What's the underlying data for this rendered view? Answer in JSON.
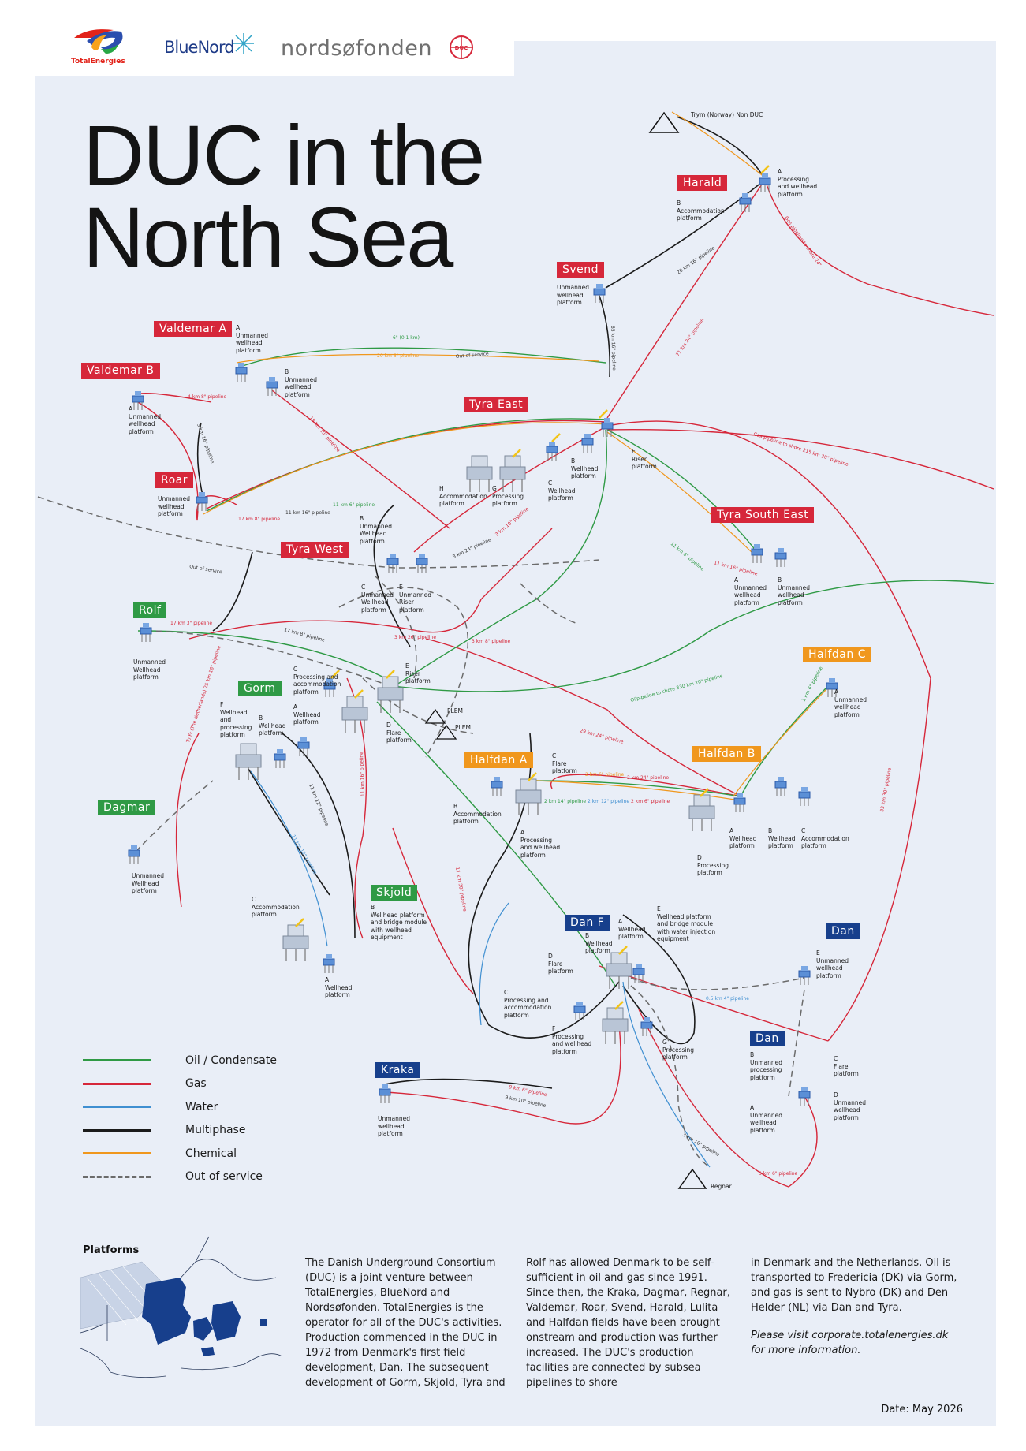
{
  "logos": {
    "totalenergies": "TotalEnergies",
    "bluenord": "BlueNord",
    "nordsoefonden": "nordsøfonden",
    "duc": "DUC"
  },
  "title": [
    "DUC in the",
    "North Sea"
  ],
  "fields": {
    "harald": "Harald",
    "svend": "Svend",
    "valdemar_a": "Valdemar A",
    "valdemar_b": "Valdemar B",
    "tyra_east": "Tyra East",
    "roar": "Roar",
    "tyra_south_east": "Tyra South East",
    "tyra_west": "Tyra West",
    "rolf": "Rolf",
    "halfdan_c": "Halfdan C",
    "gorm": "Gorm",
    "halfdan_b": "Halfdan B",
    "halfdan_a": "Halfdan A",
    "dagmar": "Dagmar",
    "skjold": "Skjold",
    "dan_f": "Dan F",
    "dan_1": "Dan",
    "dan_2": "Dan",
    "kraka": "Kraka"
  },
  "platform_labels": {
    "trym": "Trym (Norway) Non DUC",
    "harald_a": "A\nProcessing\nand wellhead\nplatform",
    "harald_b": "B\nAccommodation\nplatform",
    "svend": "Unmanned\nwellhead\nplatform",
    "valdemar_a": "A\nUnmanned\nwellhead\nplatform",
    "valdemar_b_b": "B\nUnmanned\nwellhead\nplatform",
    "valdemar_b_a": "A\nUnmanned\nwellhead\nplatform",
    "roar": "Unmanned\nwellhead\nplatform",
    "tyra_e": "E\nRiser\nplatform",
    "tyra_b": "B\nWellhead\nplatform",
    "tyra_c": "C\nWellhead\nplatform",
    "tyra_h": "H\nAccommodation\nplatform",
    "tyra_g": "G\nProcessing\nplatform",
    "tse_a": "A\nUnmanned\nwellhead\nplatform",
    "tse_b": "B\nUnmanned\nwellhead\nplatform",
    "tw_b": "B\nUnmanned\nWellhead\nplatform",
    "tw_c": "C\nUnmanned\nWellhead\nplatform",
    "tw_e": "E\nUnmanned\nRiser\nplatform",
    "rolf": "Unmanned\nWellhead\nplatform",
    "gorm_c": "C\nProcessing and\naccommodation\nplatform",
    "gorm_e": "E\nRiser\nplatform",
    "gorm_f": "F\nWellhead\nand\nprocessing\nplatform",
    "gorm_b": "B\nWellhead\nplatform",
    "gorm_a": "A\nWellhead\nplatform",
    "gorm_d": "D\nFlare\nplatform",
    "plem1": "PLEM",
    "plem2": "PLEM",
    "halfdan_c": "A\nUnmanned\nwellhead\nplatform",
    "halfdan_a_c": "C\nFlare\nplatform",
    "halfdan_a_b": "B\nAccommodation\nplatform",
    "halfdan_a_a": "A\nProcessing\nand wellhead\nplatform",
    "halfdan_b_a": "A\nWellhead\nplatform",
    "halfdan_b_b": "B\nWellhead\nplatform",
    "halfdan_b_c": "C\nAccommodation\nplatform",
    "halfdan_b_d": "D\nProcessing\nplatform",
    "dagmar": "Unmanned\nWellhead\nplatform",
    "skjold_c": "C\nAccommodation\nplatform",
    "skjold_b": "B\nWellhead platform\nand bridge module\nwith wellhead\nequipment",
    "skjold_a": "A\nWellhead\nplatform",
    "danf_b": "B\nWellhead\nplatform",
    "danf_a": "A\nWellhead\nplatform",
    "danf_e": "E\nWellhead platform\nand bridge module\nwith water injection\nequipment",
    "danf_d": "D\nFlare\nplatform",
    "danf_c": "C\nProcessing and\naccommodation\nplatform",
    "danf_f": "F\nProcessing\nand wellhead\nplatform",
    "danf_g": "G\nProcessing\nplatform",
    "dan_e": "E\nUnmanned\nwellhead\nplatform",
    "dan_b": "B\nUnmanned\nprocessing\nplatform",
    "dan_c": "C\nFlare\nplatform",
    "dan_a": "A\nUnmanned\nwellhead\nplatform",
    "dan_d": "D\nUnmanned\nwellhead\nplatform",
    "kraka": "Unmanned\nwellhead\nplatform",
    "regnar": "Regnar"
  },
  "pipeline_labels": {
    "p_harald_svend": "20 km 16\" pipeline",
    "p_dan_shore": "Gas pipeline to shore 24\"",
    "p_svend": "65 km 16\" pipeline",
    "p_harald_tyra": "71 km 24\" pipeline",
    "p_va_1": "6\" (0.1 km)",
    "p_va_2": "20 km 6\" pipeline",
    "p_va_oos": "Out of service",
    "p_vb_4": "4 km 8\" pipeline",
    "p_vb_3": "3 km 16\" pipeline",
    "p_vb_18": "18 km 10\" pipeline",
    "p_roar_17": "17 km 8\" pipeline",
    "p_roar_11": "11 km 16\" pipeline",
    "p_roar_11b": "11 km 6\" pipeline",
    "p_tyra_shore": "Gas pipeline to shore 215 km 30\" pipeline",
    "p_tse_11": "11 km 6\" pipeline",
    "p_tse_16": "11 km 16\" pipeline",
    "p_tw_3a": "3 km 24\" pipeline",
    "p_tw_3b": "3 km 10\" pipeline",
    "p_tw_3c": "3 km 26\" pipeline",
    "p_tw_3d": "3 km 8\" pipeline",
    "p_rolf_17": "17 km 3\" pipeline",
    "p_rolf_17b": "17 km 8\" pipeline",
    "p_fr": "To Fr (The Netherlands) 25 km 16\" pipeline",
    "p_oil_shore": "Oilpipeline to shore 330 km 20\" pipeline",
    "p_29": "29 km 24\" pipeline",
    "p_ha_2": "2 km 6\" pipeline",
    "p_ha_2b": "2 km 24\" pipeline",
    "p_ha_2c": "2 km 14\" pipeline",
    "p_ha_2d": "2 km 12\" pipeline",
    "p_ha_2e": "2 km 6\" pipeline",
    "p_hc_1": "1 km 6\" pipeline",
    "p_sk_11": "11 km 12\" pipeline",
    "p_sk_11b": "11 km 12\" pipeline",
    "p_sk_11c": "11 km 16\" pipeline",
    "p_sk_11d": "11 km 30\" pipeline",
    "p_dan_33": "33 km 30\" pipeline",
    "p_dan_05": "0.5 km 4\" pipeline",
    "p_kraka_9": "9 km 6\" pipeline",
    "p_kraka_9b": "9 km 10\" pipeline",
    "p_regnar_3": "3 km 10\" pipeline",
    "p_regnar_3b": "3 km 6\" pipeline",
    "p_oos": "Out of service"
  },
  "legend": [
    {
      "label": "Oil / Condensate",
      "color": "#2f9a45",
      "style": "solid"
    },
    {
      "label": "Gas",
      "color": "#d6273a",
      "style": "solid"
    },
    {
      "label": "Water",
      "color": "#3f8fd1",
      "style": "solid"
    },
    {
      "label": "Multiphase",
      "color": "#1b1b1b",
      "style": "solid"
    },
    {
      "label": "Chemical",
      "color": "#f0971d",
      "style": "solid"
    },
    {
      "label": "Out of service",
      "color": "#6b6b6b",
      "style": "dashed"
    }
  ],
  "platforms_title": "Platforms",
  "text_columns": [
    "The Danish Underground Consortium (DUC) is a joint venture between TotalEnergies, BlueNord and Nordsøfonden. TotalEnergies is the operator for all of the DUC's activities. Production commenced in the DUC in 1972 from Denmark's first field development, Dan. The subsequent development of Gorm, Skjold, Tyra and",
    "Rolf has allowed Denmark to be self-sufficient in oil and gas since 1991. Since then, the Kraka, Dagmar, Regnar, Valdemar, Roar, Svend, Harald, Lulita and Halfdan fields have been brought onstream and production was further increased. The DUC's production facilities are connected by subsea pipelines to shore",
    "in Denmark and the Netherlands. Oil is transported to Fredericia (DK) via Gorm, and gas is sent to Nybro (DK) and Den Helder (NL) via Dan and Tyra."
  ],
  "visit_note": "Please visit corporate.totalenergies.dk for more information.",
  "date": "Date: May 2026"
}
